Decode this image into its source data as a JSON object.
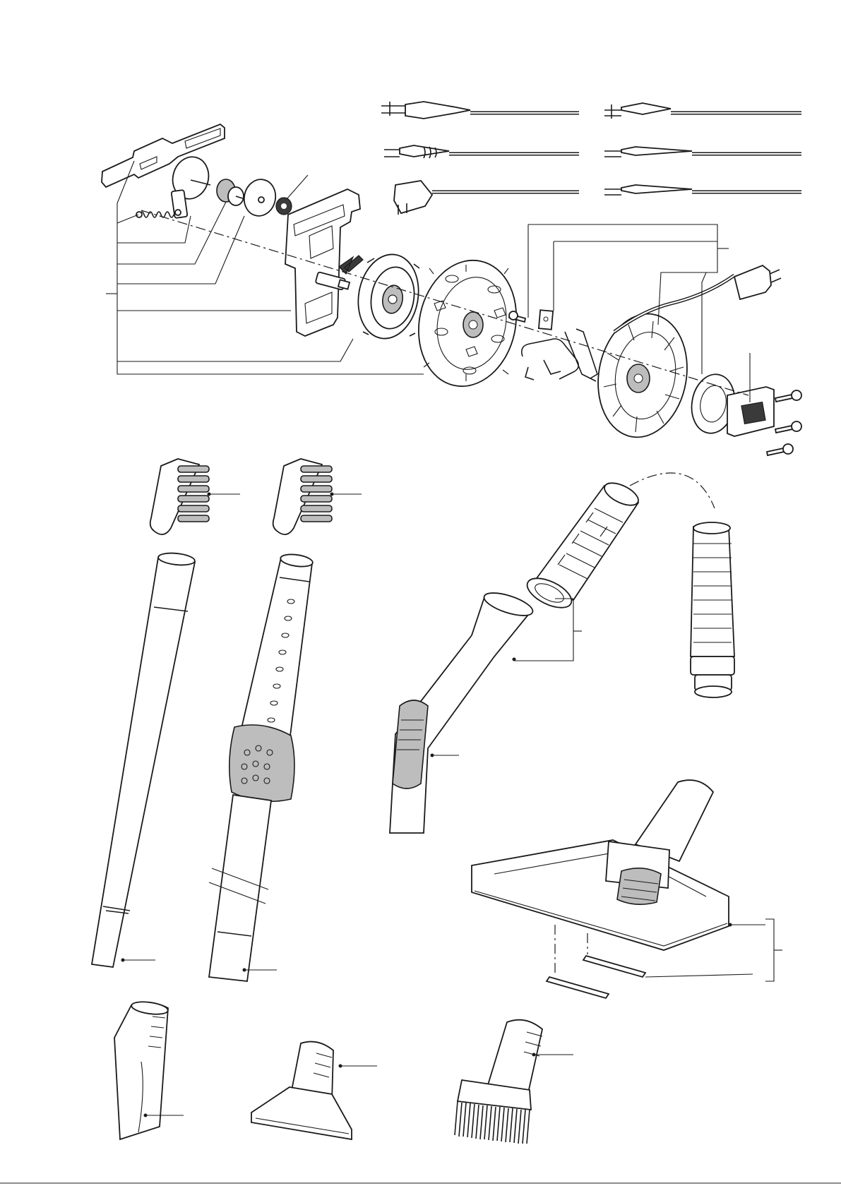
{
  "diagram": {
    "title": "",
    "labels": [],
    "parts": [
      "cord-rewind-brake-assembly",
      "power-cord-plug-variants",
      "cord-reel-assembly",
      "brush-adapter-left",
      "brush-adapter-right",
      "hose-swivel-connector",
      "hose-end-alternate",
      "handle-grip",
      "straight-tube",
      "telescopic-tube",
      "floor-nozzle",
      "crevice-tool",
      "upholstery-nozzle",
      "dusting-brush"
    ],
    "icons": [
      "arrow-indicator-icon"
    ]
  }
}
